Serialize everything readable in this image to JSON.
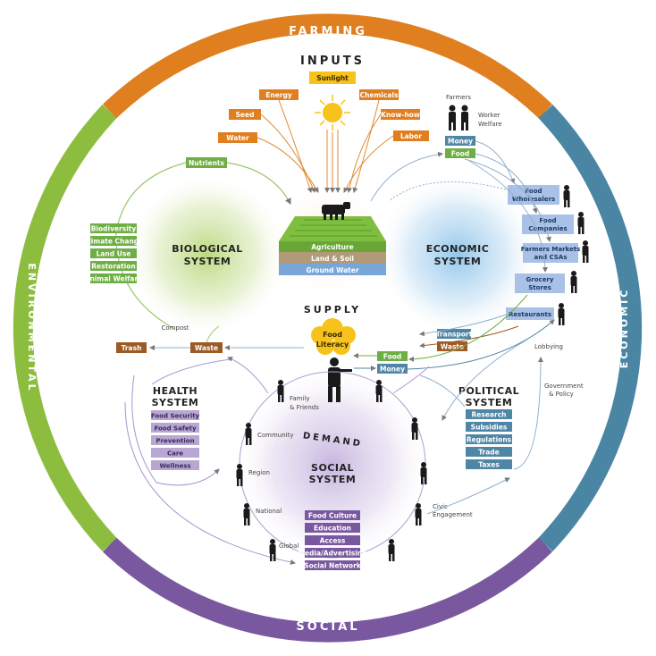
{
  "ring": {
    "farming": "FARMING",
    "economic": "ECONOMIC",
    "social": "SOCIAL",
    "environmental": "ENVIRONMENTAL"
  },
  "inputs": {
    "title": "INPUTS",
    "sunlight": "Sunlight",
    "energy": "Energy",
    "chemicals": "Chemicals",
    "seed": "Seed",
    "knowhow": "Know-how",
    "water": "Water",
    "labor": "Labor"
  },
  "center": {
    "agriculture": "Agriculture",
    "land_soil": "Land & Soil",
    "ground_water": "Ground Water",
    "supply": "SUPPLY",
    "food_literacy_1": "Food",
    "food_literacy_2": "Literacy",
    "demand": "DEMAND"
  },
  "biological": {
    "title_1": "BIOLOGICAL",
    "title_2": "SYSTEM",
    "nutrients": "Nutrients",
    "items": [
      "Biodiversity",
      "Climate Change",
      "Land Use",
      "Restoration",
      "Animal Welfare"
    ],
    "compost": "Compost"
  },
  "economic": {
    "title_1": "ECONOMIC",
    "title_2": "SYSTEM",
    "farmers": "Farmers",
    "worker_welfare_1": "Worker",
    "worker_welfare_2": "Welfare",
    "money": "Money",
    "food": "Food",
    "chain": [
      [
        "Food",
        "Wholesalers"
      ],
      [
        "Food",
        "Companies"
      ],
      [
        "Farmers Markets",
        "and CSAs"
      ],
      [
        "Grocery",
        "Stores"
      ],
      [
        "Restaurants"
      ]
    ],
    "transport": "Transport",
    "waste": "Waste"
  },
  "flows": {
    "trash": "Trash",
    "waste": "Waste",
    "food": "Food",
    "money": "Money",
    "lobbying": "Lobbying",
    "government_1": "Government",
    "government_2": "& Policy",
    "civic_1": "Civic",
    "civic_2": "Engagement"
  },
  "health": {
    "title_1": "HEALTH",
    "title_2": "SYSTEM",
    "items": [
      "Food Security",
      "Food Safety",
      "Prevention",
      "Care",
      "Wellness"
    ]
  },
  "political": {
    "title_1": "POLITICAL",
    "title_2": "SYSTEM",
    "items": [
      "Research",
      "Subsidies",
      "Regulations",
      "Trade",
      "Taxes"
    ]
  },
  "social": {
    "title_1": "SOCIAL",
    "title_2": "SYSTEM",
    "family_1": "Family",
    "family_2": "& Friends",
    "community": "Community",
    "region": "Region",
    "national": "National",
    "global": "Global",
    "items": [
      "Food Culture",
      "Education",
      "Access",
      "Media/Advertising",
      "Social Network"
    ]
  },
  "colors": {
    "farming": "#e07f1f",
    "economic": "#4a86a3",
    "social": "#7a58a0",
    "environmental": "#8dbd3f",
    "bio_green": "#6fae45",
    "health_purple": "#b8a7d3",
    "econ_blue": "#a9c1e6",
    "pol_blue": "#4f86a6",
    "brown": "#9b5a26"
  }
}
